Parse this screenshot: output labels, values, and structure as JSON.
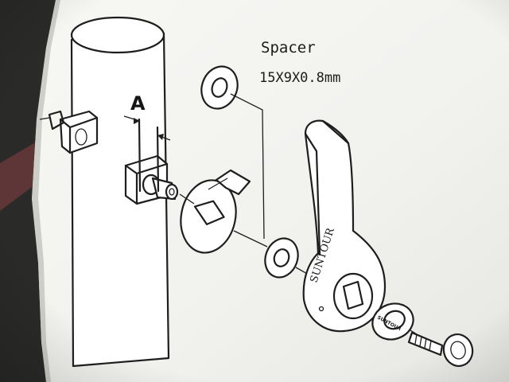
{
  "labels": {
    "spacer_title": "Spacer",
    "spacer_dimensions": "15X9X0.8mm",
    "dimension_marker": "A",
    "lever_brand": "SUNTOUR",
    "ring_text": "SUNTOUR"
  },
  "colors": {
    "background": "#2a2a28",
    "paper": "#f4f4f0",
    "ink": "#1e1e1e"
  }
}
